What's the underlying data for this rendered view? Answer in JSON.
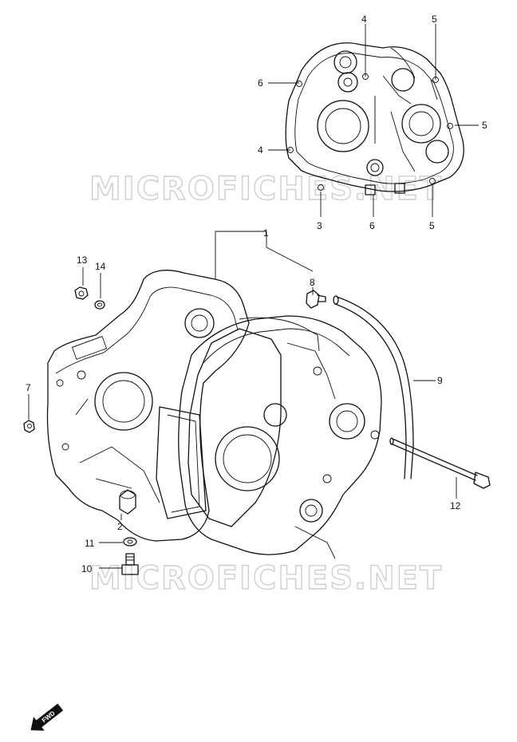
{
  "watermark": {
    "text": "MICROFICHES.NET"
  },
  "fwd_badge": {
    "text": "FWD"
  },
  "callouts": {
    "c1": "1",
    "c2": "2",
    "c3": "3",
    "c4a": "4",
    "c4b": "4",
    "c5a": "5",
    "c5b": "5",
    "c5c": "5",
    "c6a": "6",
    "c6b": "6",
    "c7": "7",
    "c8": "8",
    "c9": "9",
    "c10": "10",
    "c11": "11",
    "c12": "12",
    "c13": "13",
    "c14": "14"
  }
}
